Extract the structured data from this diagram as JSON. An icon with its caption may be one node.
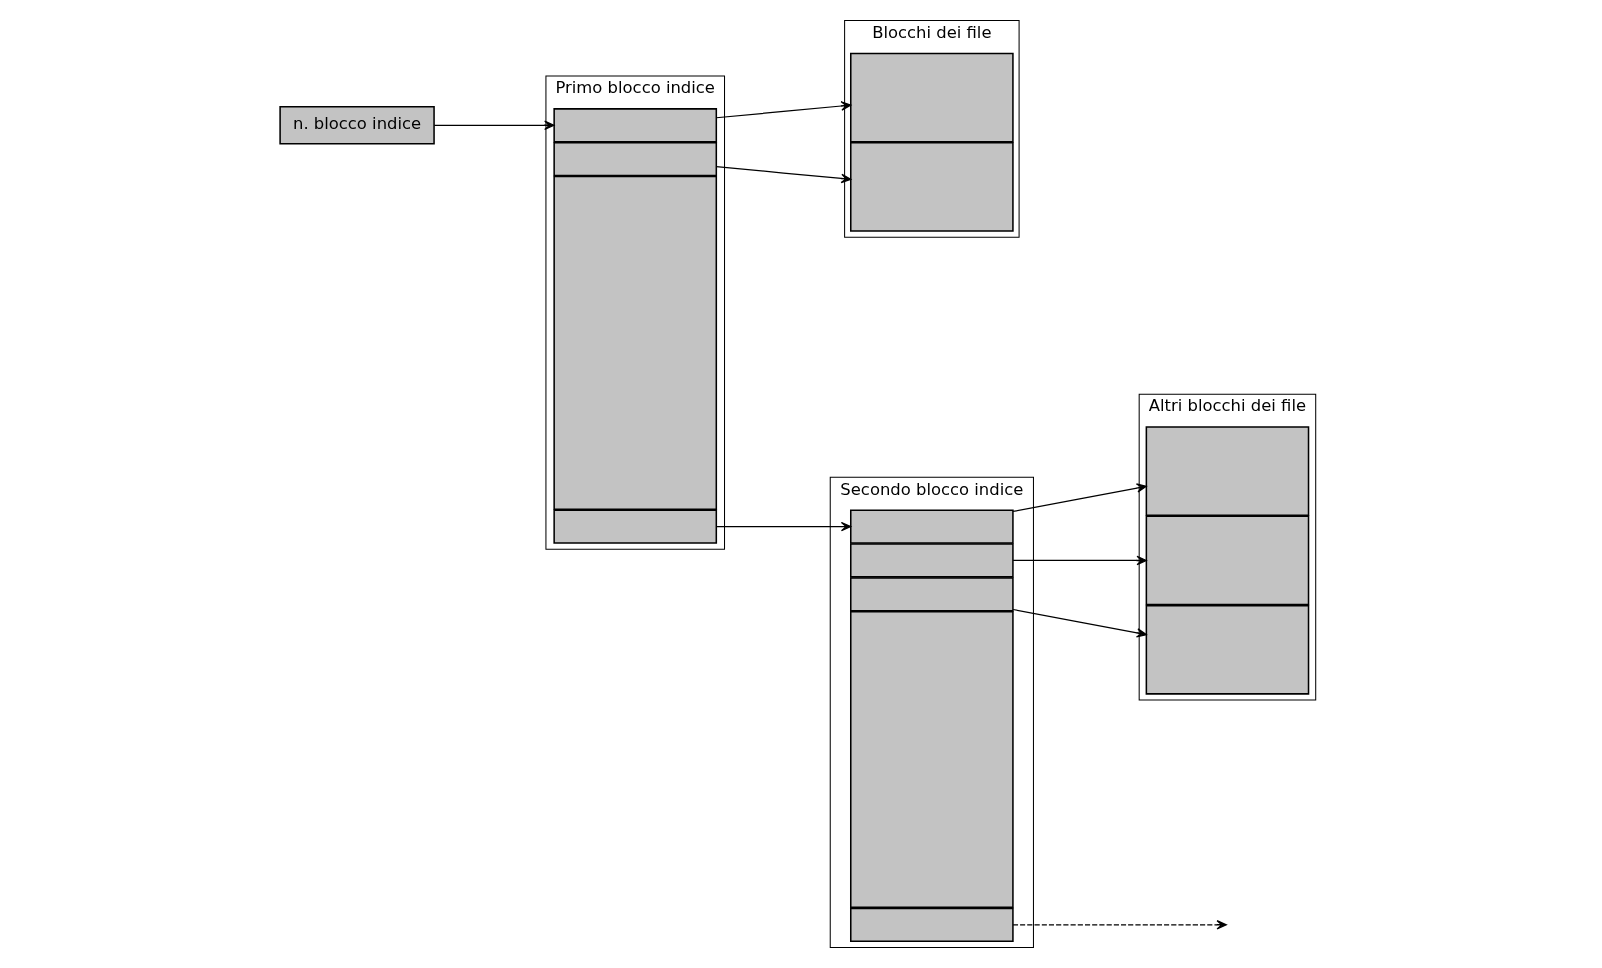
{
  "diagram": {
    "nodes": [
      {
        "text": [
          "n. blocco indice"
        ]
      },
      {
        "text": [
          "Primo blocco indice"
        ]
      },
      {
        "text": [],
        "shape": "box",
        "in": 1
      },
      {
        "text": [],
        "shape": "box",
        "in": 1
      },
      {
        "text": [],
        "shape": "box",
        "in": 1
      },
      {
        "text": [],
        "shape": "box",
        "in": 1
      },
      {
        "text": [
          "Blocchi dei file"
        ]
      },
      {
        "text": [],
        "shape": "box",
        "in": 6
      },
      {
        "text": [],
        "shape": "box",
        "in": 6
      },
      {
        "text": [
          "Secondo blocco indice"
        ]
      },
      {
        "text": [],
        "shape": "box",
        "in": 9
      },
      {
        "text": [],
        "shape": "box",
        "in": 9
      },
      {
        "text": [],
        "shape": "box",
        "in": 9
      },
      {
        "text": [],
        "shape": "box",
        "in": 9
      },
      {
        "text": [],
        "shape": "box",
        "in": 9
      },
      {
        "text": [
          "Altri blocchi dei file"
        ]
      },
      {
        "text": [],
        "shape": "box",
        "in": 15
      },
      {
        "text": [],
        "shape": "box",
        "in": 15
      },
      {
        "text": [],
        "shape": "box",
        "in": 15
      }
    ],
    "edges": [
      {
        "from": 0,
        "to": 2,
        "arrow": "to"
      },
      {
        "from": 2,
        "to": 7,
        "arrow": "to"
      },
      {
        "from": 3,
        "to": 8,
        "arrow": "to"
      },
      {
        "from": 5,
        "to": 10,
        "arrow": "to"
      },
      {
        "from": 10,
        "to": 16,
        "arrow": "to"
      },
      {
        "from": 11,
        "to": 17,
        "arrow": "to"
      },
      {
        "from": 12,
        "to": 18,
        "arrow": "to"
      },
      {
        "from": 14,
        "to": null,
        "arrow": "to",
        "style": "dashed"
      }
    ]
  }
}
